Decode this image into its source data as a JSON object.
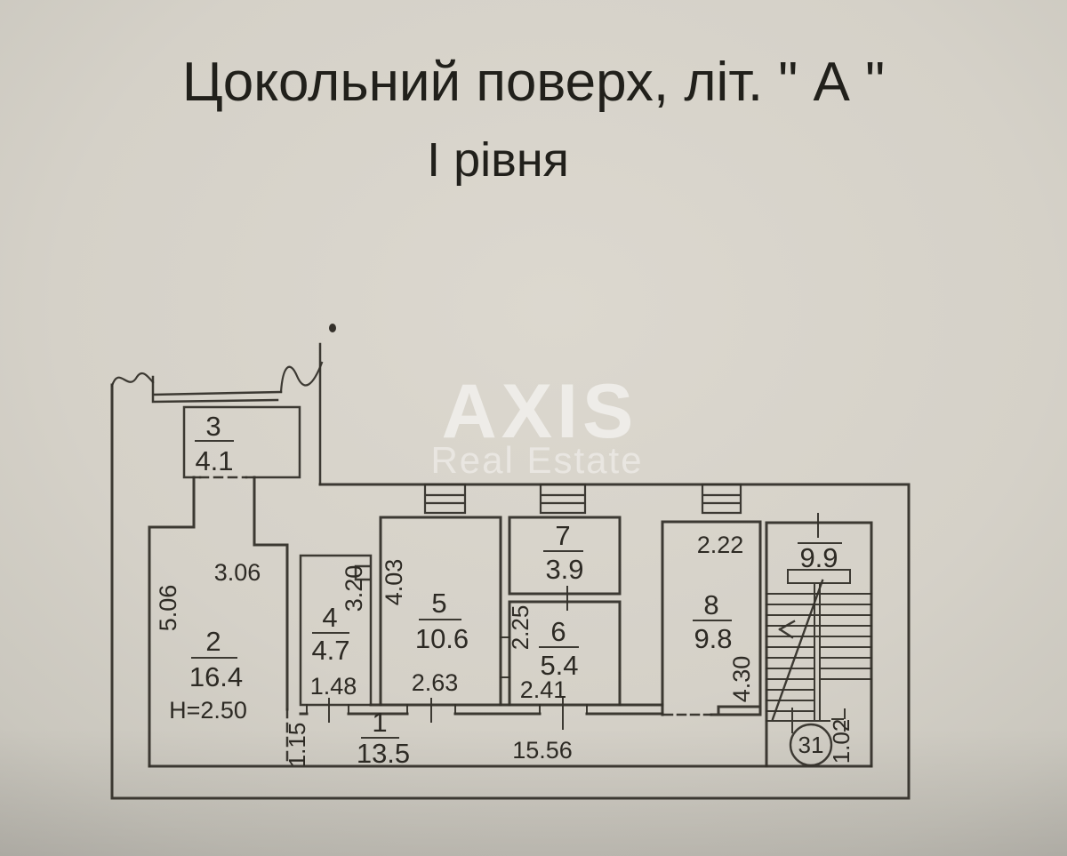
{
  "header": {
    "title": "Цокольний поверх, літ. \" А \"",
    "subtitle": "І рівня"
  },
  "watermark": {
    "brand": "AXIS",
    "tagline": "Real Estate"
  },
  "rooms": {
    "corridor": {
      "number": "1",
      "area": "13.5",
      "length": "15.56",
      "neck_width": "1.15"
    },
    "room2": {
      "number": "2",
      "area": "16.4",
      "width": "3.06",
      "depth": "5.06",
      "ceiling_note": "H=2.50"
    },
    "room3": {
      "number": "3",
      "area": "4.1"
    },
    "room4": {
      "number": "4",
      "area": "4.7",
      "width": "1.48",
      "depth": "3.20"
    },
    "room5": {
      "number": "5",
      "area": "10.6",
      "width": "2.63",
      "depth": "4.03"
    },
    "room6": {
      "number": "6",
      "area": "5.4",
      "width": "2.41",
      "depth": "2.25"
    },
    "room7": {
      "number": "7",
      "area": "3.9"
    },
    "room8": {
      "number": "8",
      "area": "9.8",
      "width": "2.22",
      "depth": "4.30"
    },
    "stairs": {
      "area": "9.9"
    },
    "exit": {
      "node_number": "31",
      "opening_width": "1.02"
    }
  },
  "colors": {
    "paper": "#d8d4cb",
    "ink": "#2f2c26",
    "watermark": "#ffffff"
  }
}
